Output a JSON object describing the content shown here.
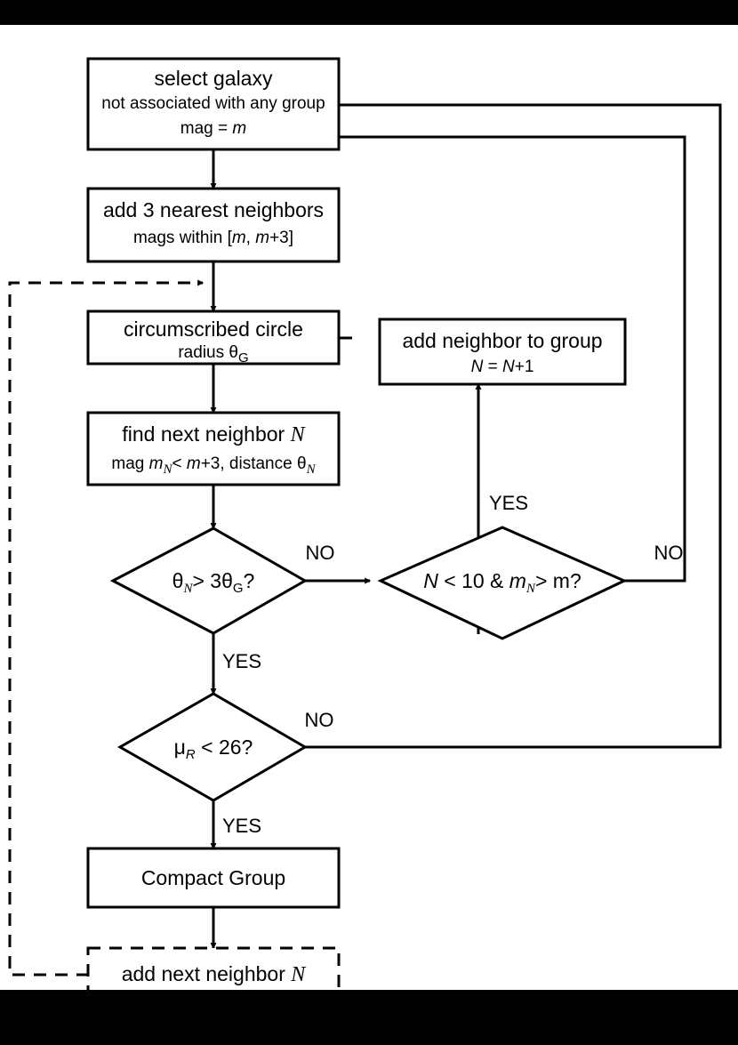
{
  "figure": {
    "title": "Compact group identification algorithm flowchart",
    "background_color": "#ffffff",
    "letterbox_color": "#000000",
    "line_color": "#000000"
  },
  "nodes": {
    "select_galaxy": {
      "line1": "select galaxy",
      "line2": "not associated with any group",
      "line3_prefix": "mag = ",
      "line3_var": "m"
    },
    "add_neighbors": {
      "line1": "add 3 nearest neighbors",
      "line2_prefix": "mags within [",
      "line2_var1": "m",
      "line2_mid": ", ",
      "line2_var2": "m",
      "line2_suffix": "+3]"
    },
    "circumscribed": {
      "line1": "circumscribed circle",
      "line2_prefix": "radius ",
      "line2_sym": "θ",
      "line2_sub": "G"
    },
    "find_next": {
      "line1_prefix": "find next neighbor ",
      "line1_script": "N",
      "line2_a": "mag ",
      "line2_m": "m",
      "line2_msub": "N",
      "line2_b": "< ",
      "line2_m2": "m",
      "line2_c": "+3, distance ",
      "line2_theta": "θ",
      "line2_thetasub": "N"
    },
    "add_to_group": {
      "line1": "add neighbor to group",
      "line2_n1": "N",
      "line2_mid": " = ",
      "line2_n2": "N",
      "line2_suffix": "+1"
    },
    "compact_group": {
      "line1": "Compact Group"
    },
    "add_next_neighbor": {
      "line1_prefix": "add next neighbor ",
      "line1_script": "N",
      "style": "dashed"
    }
  },
  "decisions": {
    "theta_test": {
      "sym": "θ",
      "sub": "N",
      "op": "> 3",
      "sym2": "θ",
      "sub2": "G",
      "q": "?"
    },
    "count_test": {
      "n": "N",
      "op1": " < 10 & ",
      "m": "m",
      "msub": "N",
      "op2": "> m?"
    },
    "surface_brightness_test": {
      "mu": "μ",
      "sub": "R",
      "rest": " < 26?"
    }
  },
  "edge_labels": {
    "no_1": "NO",
    "no_2": "NO",
    "no_3": "NO",
    "yes_1": "YES",
    "yes_2": "YES",
    "yes_3": "YES"
  }
}
